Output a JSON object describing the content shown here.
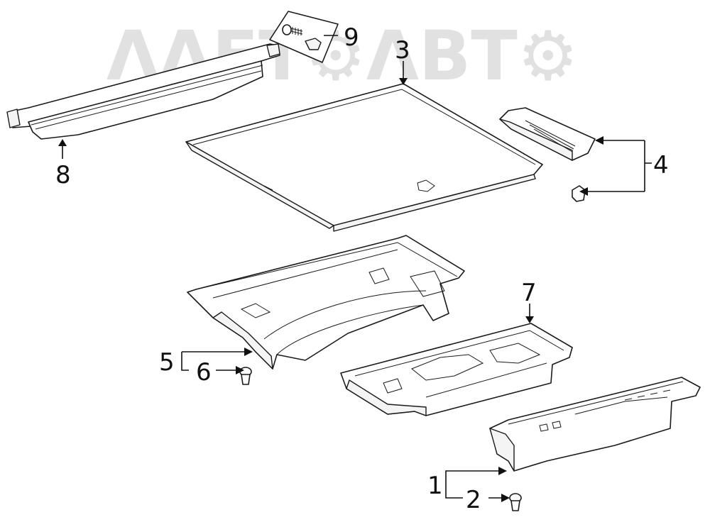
{
  "watermark": {
    "text": "ΛΛΕΤ⚙ΛΒΤ⚙",
    "color": "#cfcfcf"
  },
  "callouts": {
    "c1": "1",
    "c2": "2",
    "c3": "3",
    "c4": "4",
    "c5": "5",
    "c6": "6",
    "c7": "7",
    "c8": "8",
    "c9": "9"
  },
  "colors": {
    "line": "#1a1a1a",
    "background": "#ffffff"
  }
}
